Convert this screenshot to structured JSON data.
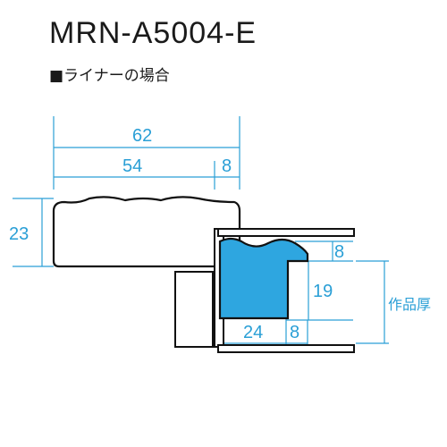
{
  "header": {
    "model": "MRN-A5004-E",
    "liner_note": "■ライナーの場合"
  },
  "dimensions": {
    "outer_width": "62",
    "inner_width": "54",
    "lip_width": "8",
    "height": "23",
    "rabbet_depth": "8",
    "depth": "19",
    "back_width": "24",
    "back_lip": "8",
    "work_thickness": "作品厚"
  },
  "colors": {
    "dimension": "#2a9fd6",
    "profile_fill": "#2ea6e0",
    "outline": "#111111"
  }
}
